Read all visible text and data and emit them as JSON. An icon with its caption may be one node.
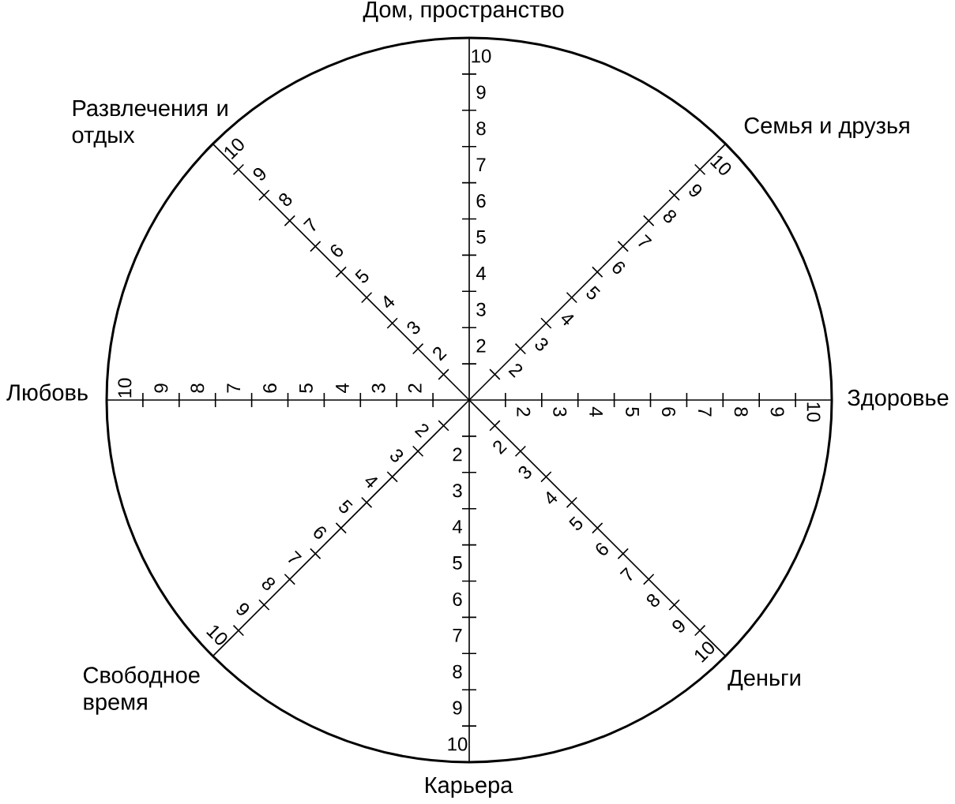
{
  "diagram": {
    "labels": [
      "Дом, пространство",
      "2",
      "3",
      "4",
      "5",
      "6",
      "7",
      "8",
      "9",
      "10",
      "Семья и друзья",
      "2",
      "3",
      "4",
      "5",
      "6",
      "7",
      "8",
      "9",
      "10",
      "Здоровье",
      "2",
      "3",
      "4",
      "5",
      "6",
      "7",
      "8",
      "9",
      "10",
      "Деньги",
      "2",
      "3",
      "4",
      "5",
      "6",
      "7",
      "8",
      "9",
      "10",
      "Карьера",
      "2",
      "3",
      "4",
      "5",
      "6",
      "7",
      "8",
      "9",
      "10",
      "Свободное время",
      "2",
      "3",
      "4",
      "5",
      "6",
      "7",
      "8",
      "9",
      "10",
      "Любовь",
      "2",
      "3",
      "4",
      "5",
      "6",
      "7",
      "8",
      "9",
      "10",
      "Развлечения и отдых",
      "2",
      "3",
      "4",
      "5",
      "6",
      "7",
      "8",
      "9",
      "10"
    ]
  }
}
